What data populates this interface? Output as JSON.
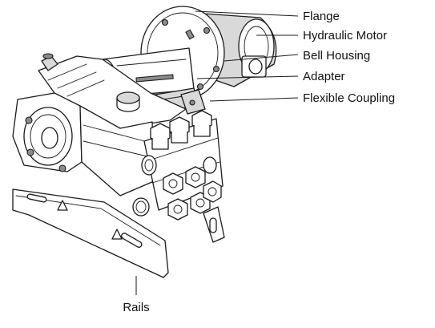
{
  "diagram": {
    "labels": {
      "flange": "Flange",
      "hydraulic_motor": "Hydraulic Motor",
      "bell_housing": "Bell Housing",
      "adapter": "Adapter",
      "flexible_coupling": "Flexible Coupling",
      "rails": "Rails"
    },
    "colors": {
      "line": "#1a1a1a",
      "light_fill": "#d9d9d9",
      "dark_fill": "#8c8c8c",
      "background": "#ffffff"
    }
  }
}
